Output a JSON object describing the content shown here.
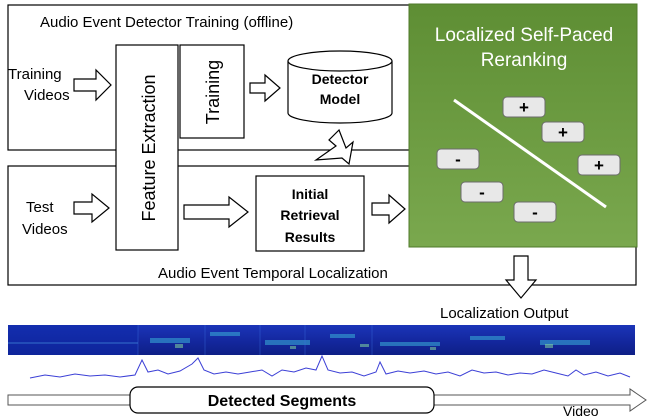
{
  "training_box": {
    "title": "Audio Event Detector Training (offline)"
  },
  "training_videos": {
    "line1": "Training",
    "line2": "Videos"
  },
  "feature_extraction": {
    "label": "Feature Extraction"
  },
  "training_step": {
    "label": "Training"
  },
  "detector_model": {
    "line1": "Detector",
    "line2": "Model"
  },
  "reranking": {
    "title_line1": "Localized Self-Paced",
    "title_line2": "Reranking",
    "color": "#6a9a3e",
    "positive_symbol": "+",
    "negative_symbol": "-"
  },
  "test_videos": {
    "line1": "Test",
    "line2": "Videos"
  },
  "initial_results": {
    "line1": "Initial",
    "line2": "Retrieval",
    "line3": "Results"
  },
  "localization_box": {
    "title": "Audio Event Temporal Localization"
  },
  "localization_output": {
    "label": "Localization Output"
  },
  "detected_segments": {
    "label": "Detected Segments"
  },
  "video_axis": {
    "label": "Video"
  },
  "colors": {
    "spectrogram": "#1a2fa8",
    "waveform": "#3b3fd6"
  }
}
